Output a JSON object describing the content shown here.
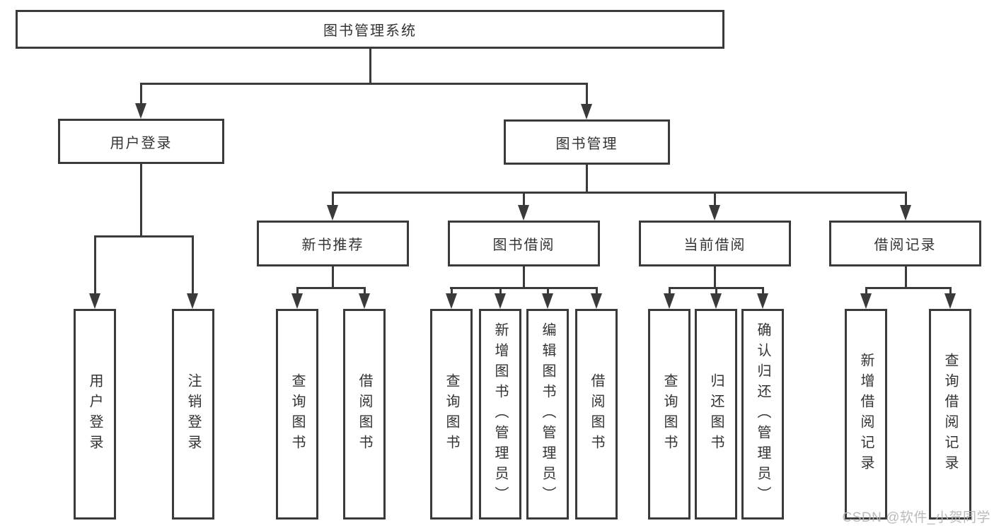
{
  "tree": {
    "root": {
      "label": "图书管理系统"
    },
    "branches": [
      {
        "label": "用户登录",
        "children": [
          {
            "label": "用户登录"
          },
          {
            "label": "注销登录"
          }
        ]
      },
      {
        "label": "图书管理",
        "sections": [
          {
            "label": "新书推荐",
            "children": [
              {
                "label": "查询图书"
              },
              {
                "label": "借阅图书"
              }
            ]
          },
          {
            "label": "图书借阅",
            "children": [
              {
                "label": "查询图书"
              },
              {
                "label": "新增图书（管理员）"
              },
              {
                "label": "编辑图书（管理员）"
              },
              {
                "label": "借阅图书"
              }
            ]
          },
          {
            "label": "当前借阅",
            "children": [
              {
                "label": "查询图书"
              },
              {
                "label": "归还图书"
              },
              {
                "label": "确认归还（管理员）"
              }
            ]
          },
          {
            "label": "借阅记录",
            "children": [
              {
                "label": "新增借阅记录"
              },
              {
                "label": "查询借阅记录"
              }
            ]
          }
        ]
      }
    ]
  },
  "watermark": {
    "text": "CSDN @软件_小贺同学"
  },
  "colors": {
    "line": "#3a3a3a",
    "text": "#333333",
    "watermark": "#b5b5b5",
    "background": "#ffffff"
  }
}
